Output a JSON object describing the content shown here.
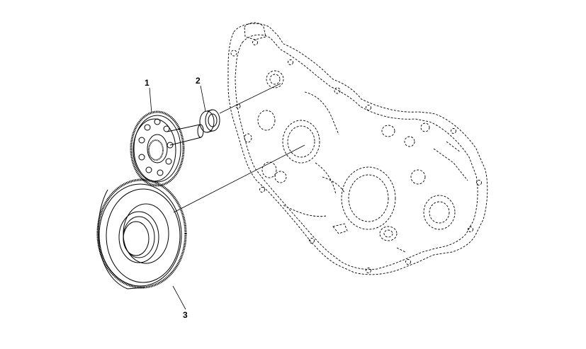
{
  "callouts": {
    "part_1": "1",
    "part_2": "2",
    "part_3": "3"
  },
  "colors": {
    "line": "#000000",
    "background": "#ffffff"
  }
}
